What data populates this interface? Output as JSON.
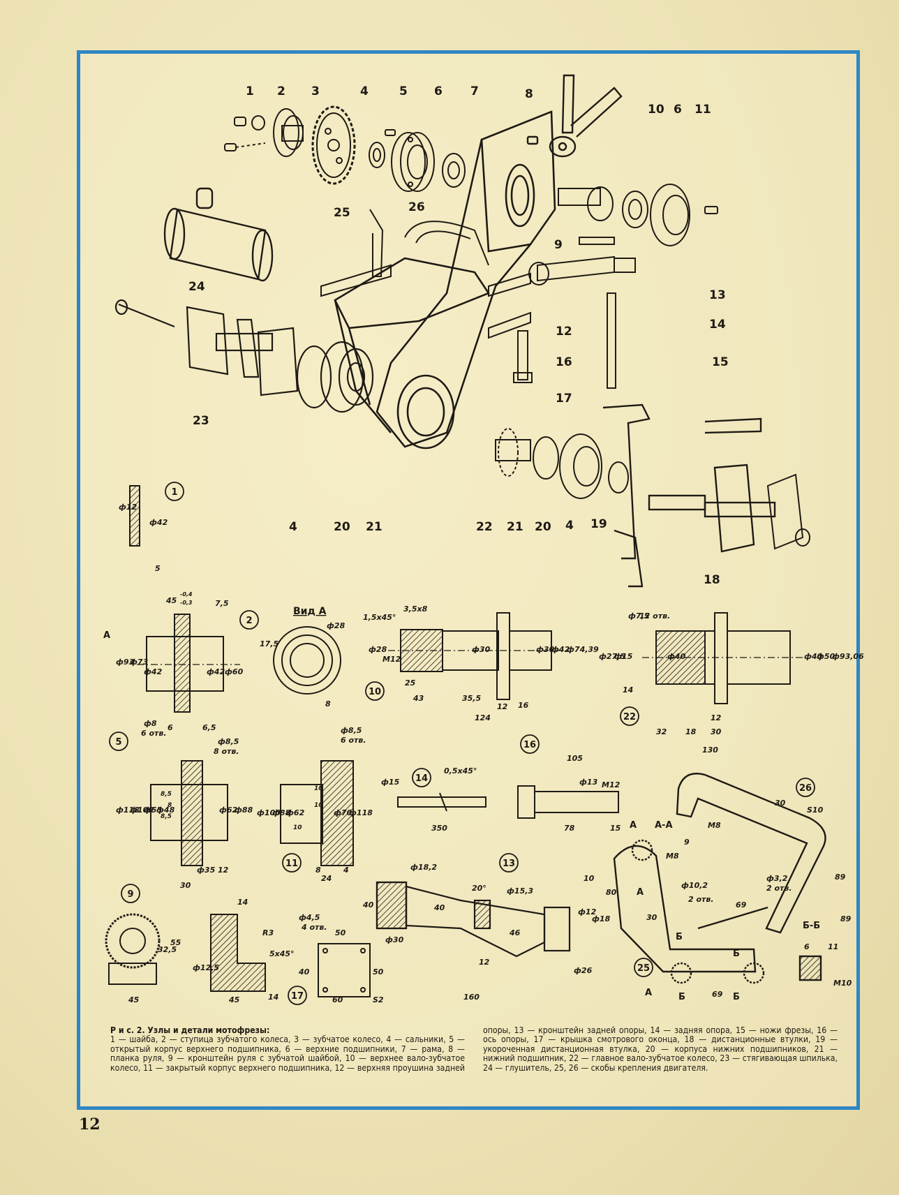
{
  "figure": {
    "part_labels": [
      "1",
      "2",
      "3",
      "4",
      "5",
      "6",
      "7",
      "8",
      "10",
      "6",
      "11",
      "9",
      "25",
      "26",
      "24",
      "13",
      "14",
      "12",
      "16",
      "17",
      "23",
      "15",
      "4",
      "20",
      "21",
      "22",
      "21",
      "20",
      "4",
      "19",
      "18"
    ],
    "callouts": [
      "1",
      "2",
      "5",
      "10",
      "11",
      "14",
      "13",
      "16",
      "17",
      "9",
      "22",
      "26",
      "25"
    ],
    "view_a": "Вид А",
    "section_labels": [
      "А",
      "А-А",
      "Б-Б",
      "А",
      "Б",
      "Б",
      "Б",
      "Б",
      "А",
      "А"
    ],
    "dims_1": [
      "ф12",
      "ф42",
      "5"
    ],
    "dims_2": [
      "45",
      "-0,4",
      "-0,3",
      "7,5",
      "ф93",
      "ф73",
      "ф42",
      "ф42",
      "ф60",
      "ф8",
      "6 отв.",
      "6",
      "6,5",
      "17,5",
      "ф28",
      "8"
    ],
    "dims_5": [
      "ф8,5",
      "8 отв.",
      "ф118",
      "ф100",
      "ф55",
      "ф48",
      "ф62",
      "ф88",
      "8,5",
      "8",
      "8,5",
      "ф35",
      "12",
      "30"
    ],
    "dims_11": [
      "ф8,5",
      "6 отв.",
      "ф100",
      "ф88",
      "ф62",
      "ф70",
      "ф118",
      "10",
      "10",
      "10",
      "8",
      "24",
      "4"
    ],
    "dims_10": [
      "1,5x45°",
      "3,5x8",
      "ф28",
      "М12",
      "ф30",
      "ф30",
      "ф42",
      "ф74,39",
      "25",
      "43",
      "35,5",
      "124",
      "12",
      "16"
    ],
    "dims_22": [
      "ф7,5",
      "12 отв.",
      "ф27,5",
      "ф15",
      "ф40",
      "ф40",
      "ф50",
      "ф93,06",
      "14",
      "32",
      "18",
      "30",
      "12",
      "130"
    ],
    "dims_14": [
      "ф15",
      "0,5x45°",
      "350"
    ],
    "dims_16": [
      "105",
      "ф13",
      "М12",
      "78",
      "15"
    ],
    "dims_13": [
      "ф18,2",
      "20°",
      "ф15,3",
      "10",
      "40",
      "40",
      "ф30",
      "46",
      "ф12",
      "ф18",
      "12",
      "ф26",
      "160"
    ],
    "dims_9": [
      "32,5",
      "55",
      "45"
    ],
    "dims_12": [
      "14",
      "R3",
      "5x45°",
      "ф12,5",
      "45",
      "14"
    ],
    "dims_17": [
      "ф4,5",
      "4 отв.",
      "50",
      "40",
      "50",
      "60",
      "S2"
    ],
    "dims_25_26": [
      "30",
      "S10",
      "М8",
      "9",
      "М8",
      "89",
      "80",
      "ф10,2",
      "2 отв.",
      "ф3,2",
      "2 отв.",
      "69",
      "30",
      "69",
      "89",
      "6",
      "11",
      "М10"
    ]
  },
  "caption": {
    "title": "Р и с. 2. Узлы и детали мотофрезы:",
    "text": "1 — шайба, 2 — ступица зубчатого колеса, 3 — зубчатое колесо, 4 — сальники, 5 — открытый корпус верхнего подшипника, 6 — верхние подшипники, 7 — рама, 8 — планка руля, 9 — кронштейн руля с зубчатой шайбой, 10 — верхнее вало-зубчатое колесо, 11 — закрытый корпус верхнего подшипника, 12 — верхняя проушина задней опоры, 13 — кронштейн задней опоры, 14 — задняя опора, 15 — ножи фрезы, 16 — ось опоры, 17 — крышка смотрового оконца, 18 — дистанционные втулки, 19 — укороченная дистанционная втулка, 20 — корпуса нижних подшипников, 21 — нижний подшипник, 22 — главное вало-зубчатое колесо, 23 — стягивающая шпилька, 24 — глушитель, 25, 26 — скобы крепления двигателя."
  },
  "page_number": "12",
  "colors": {
    "frame": "#2f86c4",
    "paper": "#efe6ba",
    "ink": "#1e1a14"
  }
}
